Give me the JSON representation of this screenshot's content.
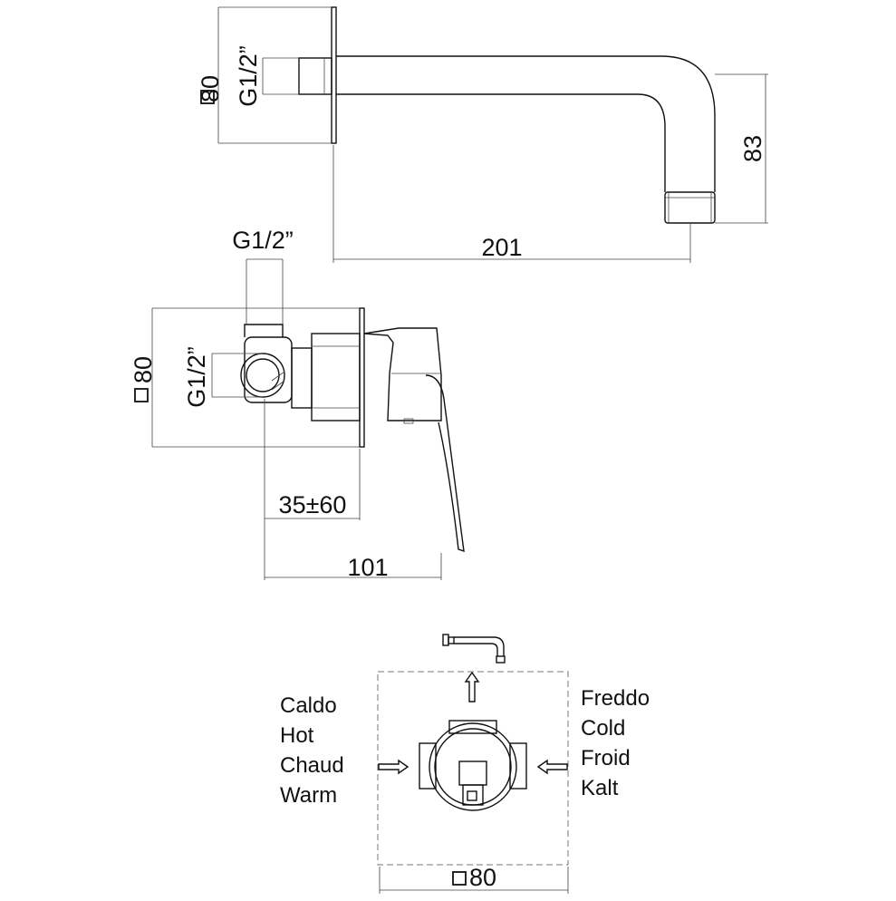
{
  "spout": {
    "square_label": "80",
    "thread_label": "G1/2”",
    "length_label": "201",
    "height_label": "83"
  },
  "valve": {
    "thread_top_label": "G1/2”",
    "square_label": "80",
    "thread_side_label": "G1/2”",
    "depth_label": "35±60",
    "overall_label": "101"
  },
  "plan": {
    "hot_labels": [
      "Caldo",
      "Hot",
      "Chaud",
      "Warm"
    ],
    "cold_labels": [
      "Freddo",
      "Cold",
      "Froid",
      "Kalt"
    ],
    "square_label": "80"
  },
  "colors": {
    "line": "#111111",
    "dimension": "#444444",
    "dashed": "#777777"
  }
}
